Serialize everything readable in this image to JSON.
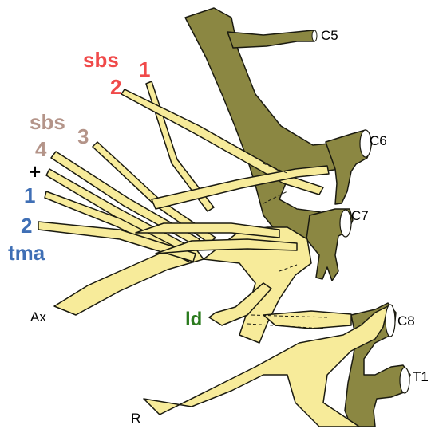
{
  "colors": {
    "root": "#8b8742",
    "root_stroke": "#1a1a10",
    "nerve": "#f7eb9a",
    "nerve_stroke": "#1a1a10",
    "sbs": "#f04a4a",
    "sbs_lower": "#b49489",
    "tma": "#3f6fb5",
    "ld": "#2a7a1e",
    "text": "#000000"
  },
  "roots": {
    "c5": "C5",
    "c6": "C6",
    "c7": "C7",
    "c8": "C8",
    "t1": "T1"
  },
  "trunks": {
    "ax": "Ax",
    "r": "R"
  },
  "labels": {
    "sbs_upper": "sbs",
    "sbs_upper_1": "1",
    "sbs_upper_2": "2",
    "sbs_lower": "sbs",
    "sbs_lower_3": "3",
    "sbs_lower_4": "4",
    "plus": "+",
    "tma": "tma",
    "tma_1": "1",
    "tma_2": "2",
    "ld": "ld"
  }
}
